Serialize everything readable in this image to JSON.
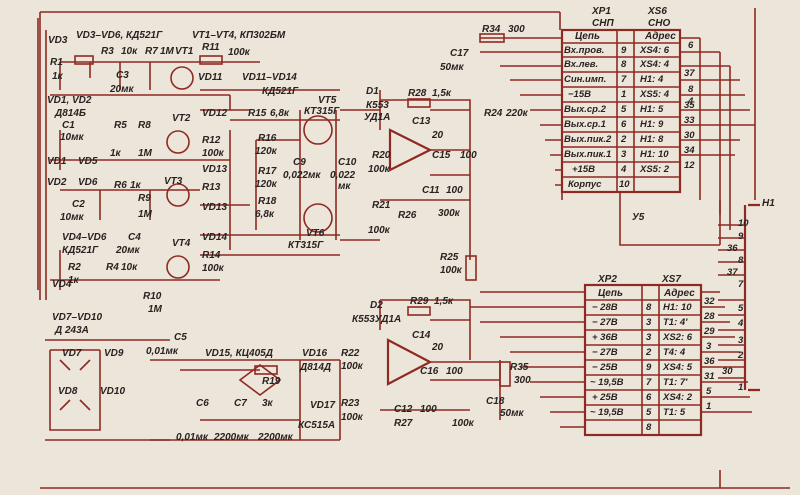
{
  "header_labels": {
    "vd3": "VD3",
    "vd3_vd6": "VD3–VD6, КД521Г",
    "vt1_vt4": "VT1–VT4, КП302БМ",
    "r1": "R1",
    "r1_val": "1к",
    "r3": "R3",
    "r3_val": "10к",
    "r7": "R7",
    "r7_val": "1М",
    "vt1": "VT1",
    "r11": "R11",
    "r11_val": "100к",
    "c3": "C3",
    "c3_val": "20мк",
    "vd11": "VD11",
    "vd11_vd14": "VD11–VD14",
    "kd521g": "КД521Г",
    "vd1vd2": "VD1, VD2",
    "d814b": "Д814Б",
    "r15": "R15",
    "r15_val": "6,8к",
    "vt5": "VT5",
    "kt315g_top": "КТ315Г",
    "d1": "D1",
    "k553": "К553",
    "ud1a_top": "УД1А",
    "r28": "R28",
    "r28_val": "1,5к",
    "r34": "R34",
    "r34_val": "300",
    "c17": "C17",
    "c17_val": "50мк",
    "r24": "R24",
    "r24_val": "220к",
    "c13": "C13",
    "c13_val": "20",
    "c15": "C15",
    "c15_val": "100",
    "c1": "C1",
    "c1_val": "10мк",
    "r5": "R5",
    "r5_val": "1к",
    "r8": "R8",
    "r8_val": "1М",
    "vt2": "VT2",
    "vd12": "VD12",
    "r12": "R12",
    "r12_val": "100к",
    "r16": "R16",
    "r16_val": "120к",
    "c9": "C9",
    "c9_val": "0,022мк",
    "c10": "C10",
    "c10_val": "0,022",
    "c10_unit": "мк",
    "r20": "R20",
    "r20_val": "100к",
    "vd1": "VD1",
    "vd5": "VD5",
    "vd2": "VD2",
    "vd6": "VD6",
    "r6": "R6",
    "r6_val": "1к",
    "vd13_top": "VD13",
    "r17": "R17",
    "r17_val": "120к",
    "c11": "C11",
    "c11_val": "100",
    "r18": "R18",
    "r18_val": "6,8к",
    "vt3": "VT3",
    "r13": "R13",
    "r9": "R9",
    "r9_val": "1М",
    "c2": "C2",
    "c2_val": "10мк",
    "vd13": "VD13",
    "r21": "R21",
    "r21_val": "100к",
    "r26": "R26",
    "r26_val": "300к",
    "vt6": "VT6",
    "kt315g_bot": "КТ315Г",
    "vd4_vd6": "VD4–VD6",
    "kd521g2": "КД521Г",
    "c4": "C4",
    "c4_val": "20мк",
    "vt4": "VT4",
    "vd14": "VD14",
    "r2": "R2",
    "r2_val": "1к",
    "r4": "R4",
    "r4_val": "10к",
    "r14": "R14",
    "r14_val": "100к",
    "r25": "R25",
    "r25_val": "100к",
    "vd4": "VD4",
    "r10": "R10",
    "r10_val": "1М",
    "y5": "У5",
    "h1": "H1",
    "vd7_vd10": "VD7–VD10",
    "d243a": "Д 243А",
    "d2": "D2",
    "k553ud1a": "К553УД1А",
    "r29": "R29",
    "r29_val": "1,5к",
    "c14": "C14",
    "c14_val": "20",
    "c5": "C5",
    "c5_val": "0,01мк",
    "vd7": "VD7",
    "vd9": "VD9",
    "vd15": "VD15, КЦ405Д",
    "vd16": "VD16",
    "d814d": "Д814Д",
    "r22": "R22",
    "r22_val": "100к",
    "c16": "C16",
    "c16_val": "100",
    "r35": "R35",
    "r35_val": "300",
    "r19": "R19",
    "vd8": "VD8",
    "vd10": "VD10",
    "r19_val": "3к",
    "c6": "C6",
    "c7": "C7",
    "vd17": "VD17",
    "ks515a": "КС515А",
    "r23": "R23",
    "r23_val": "100к",
    "c12": "C12",
    "c12_val": "100",
    "c18": "C18",
    "c18_val": "50мк",
    "r27": "R27",
    "r27_val": "100к",
    "c6_val": "0,01мк",
    "c7_val": "2200мк",
    "c8_val": "2200мк"
  },
  "connector_top": {
    "xp1": "XP1",
    "xp1_type": "СНП",
    "xs6": "XS6",
    "xs6_type": "СНО",
    "col_chain": "Цепь",
    "col_addr": "Адрес",
    "rows": [
      {
        "chain": "Вх.пров.",
        "pin": "9",
        "addr": "XS4: 6",
        "out": "6"
      },
      {
        "chain": "Вх.лев.",
        "pin": "8",
        "addr": "XS4: 4",
        "out": "37"
      },
      {
        "chain": "Син.имп.",
        "pin": "7",
        "addr": "H1: 4",
        "out": "8"
      },
      {
        "chain": "−15В",
        "pin": "1",
        "addr": "XS5: 4",
        "out": "4"
      },
      {
        "chain": "Вых.ср.2",
        "pin": "5",
        "addr": "H1: 5",
        "out": "35"
      },
      {
        "chain": "Вых.ср.1",
        "pin": "6",
        "addr": "H1: 9",
        "out": "33"
      },
      {
        "chain": "Вых.пик.2",
        "pin": "2",
        "addr": "H1: 8",
        "out": "30"
      },
      {
        "chain": "Вых.пик.1",
        "pin": "3",
        "addr": "H1: 10",
        "out": "34"
      },
      {
        "chain": "+15В",
        "pin": "4",
        "addr": "XS5: 2",
        "out": "12"
      },
      {
        "chain": "Корпус",
        "pin": "10",
        "addr": "",
        "out": ""
      }
    ]
  },
  "connector_bottom": {
    "xp2": "XP2",
    "xs7": "XS7",
    "col_chain": "Цепь",
    "col_addr": "Адрес",
    "rows": [
      {
        "chain": "− 28В",
        "pin": "8",
        "addr": "H1: 10",
        "out": "32"
      },
      {
        "chain": "− 27В",
        "pin": "3",
        "addr": "T1: 4′",
        "out": "28"
      },
      {
        "chain": "+ 36В",
        "pin": "3",
        "addr": "XS2: 6",
        "out": "29"
      },
      {
        "chain": "− 27В",
        "pin": "2",
        "addr": "T4: 4",
        "out": "3"
      },
      {
        "chain": "− 25В",
        "pin": "9",
        "addr": "XS4: 5",
        "out": "36"
      },
      {
        "chain": "~ 19,5В",
        "pin": "7",
        "addr": "T1: 7′",
        "out": "31"
      },
      {
        "chain": "+ 25В",
        "pin": "6",
        "addr": "XS4: 2",
        "out": "5"
      },
      {
        "chain": "~ 19,5В",
        "pin": "5",
        "addr": "T1: 5",
        "out": "1"
      },
      {
        "chain": "",
        "pin": "8",
        "addr": "",
        "out": ""
      }
    ]
  },
  "h1_pins": {
    "top": [
      "10",
      "9",
      "36",
      "8",
      "37",
      "7"
    ],
    "bottom": [
      "5",
      "4",
      "3",
      "2",
      "1"
    ],
    "right": [
      "30"
    ]
  }
}
